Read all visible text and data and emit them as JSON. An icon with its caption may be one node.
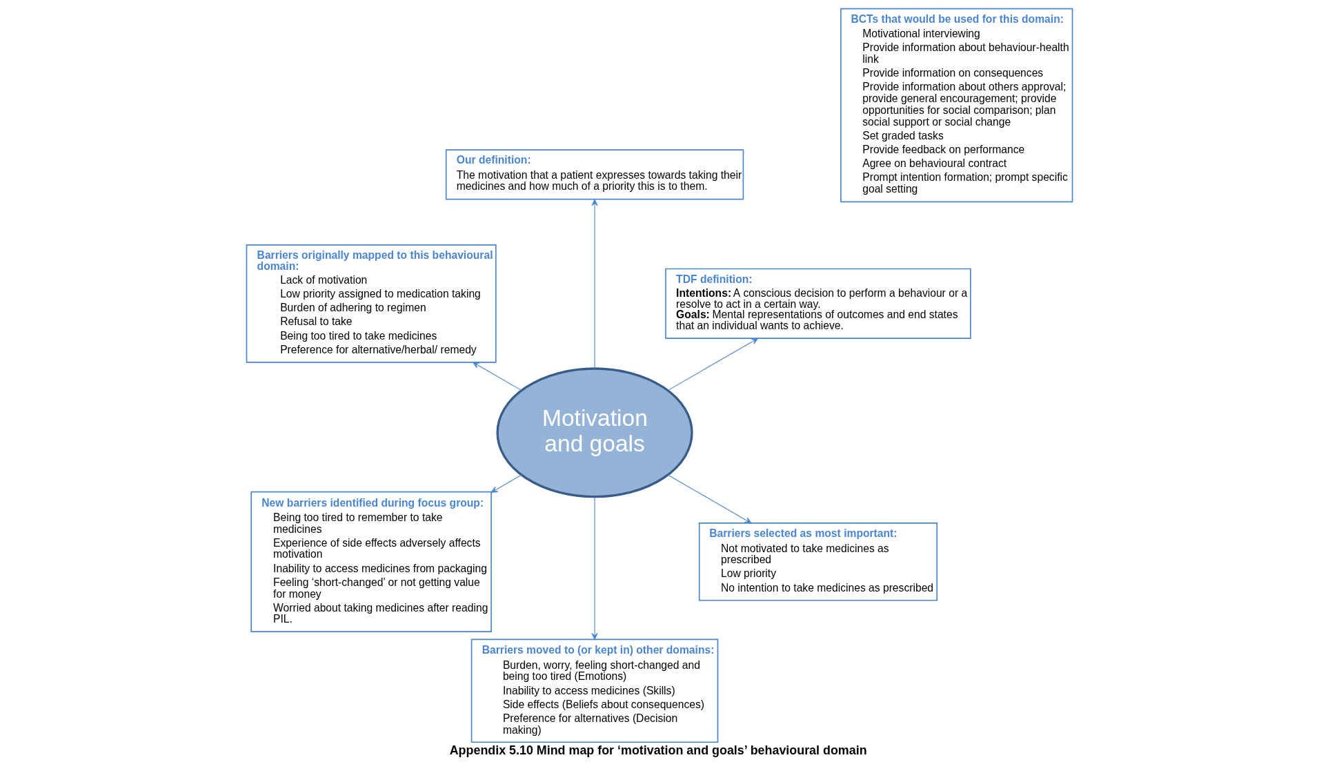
{
  "diagram": {
    "caption": "Appendix 5.10 Mind map for ‘motivation and goals’ behavioural domain",
    "nodes": [
      {
        "text": [
          "TDF definition:",
          "**Intentions:** A conscious decision to perform a behaviour or a resolve to act in a certain way. **Goals:** Mental representations of outcomes and end states that an individual wants to achieve."
        ]
      },
      {
        "text": [
          "Our definition:",
          "The motivation that a patient expresses towards taking their medicines and how much of a priority this is to them."
        ]
      },
      {
        "text": [
          "Barriers originally mapped to this behavioural domain:",
          "Lack of motivation",
          "Low priority assigned to medication taking",
          "Burden of adhering to regimen",
          "Refusal to take",
          "Being too tired to take medicines",
          "Preference for alternative/herbal/ remedy"
        ]
      },
      {
        "text": [
          "Motivation and goals"
        ]
      },
      {
        "text": [
          "New barriers identified during focus group:",
          "Being too tired to remember to take medicines",
          "Experience of side effects adversely affects motivation",
          "Inability to access medicines from packaging",
          "Feeling ‘short-changed’ or not getting value for money",
          "Worried about taking medicines after reading PIL."
        ]
      },
      {
        "text": [
          "Barriers moved to (or kept in) other domains:",
          "Burden, worry, feeling short-changed and being too tired (Emotions)",
          "Inability to access medicines (Skills)",
          "Side effects (Beliefs about consequences)",
          "Preference for alternatives (Decision making)"
        ]
      },
      {
        "text": [
          "Barriers selected as most important:",
          "Not motivated to take medicines as prescribed",
          "Low priority",
          "No intention to take medicines as prescribed"
        ]
      },
      {
        "text": [
          "BCTs that would be used for this domain:",
          "Motivational interviewing",
          "Provide information about behaviour-health link",
          "Provide information on consequences",
          "Provide information about others approval; provide general encouragement; provide opportunities for social comparison; plan social support or social change",
          "Set graded tasks",
          "Provide feedback on performance",
          "Agree on behavioural contract",
          "Prompt intention formation; prompt specific goal setting"
        ]
      }
    ],
    "edges": [
      {
        "from": 3,
        "to": 0,
        "arrow": "to"
      },
      {
        "from": 3,
        "to": 1,
        "arrow": "to"
      },
      {
        "from": 3,
        "to": 2,
        "arrow": "to"
      },
      {
        "from": 3,
        "to": 4,
        "arrow": "to"
      },
      {
        "from": 3,
        "to": 5,
        "arrow": "to"
      },
      {
        "from": 3,
        "to": 6,
        "arrow": "to"
      }
    ]
  }
}
